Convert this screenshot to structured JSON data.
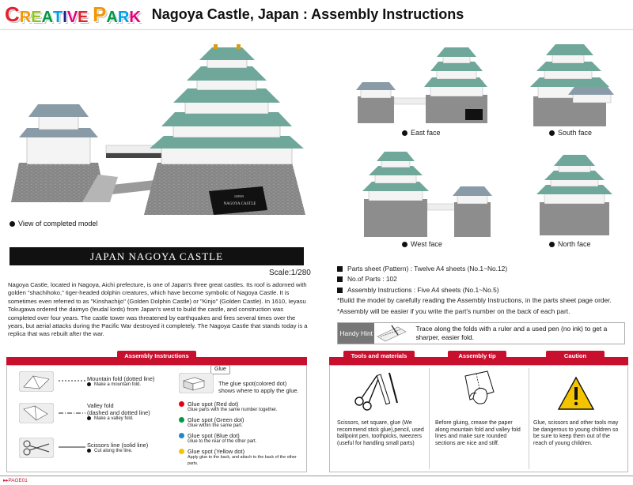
{
  "header": {
    "logo_letters": [
      "C",
      "R",
      "E",
      "A",
      "T",
      "I",
      "V",
      "E",
      " ",
      "P",
      "A",
      "R",
      "K"
    ],
    "logo_colors": [
      "#e4202e",
      "#f39800",
      "#8fc31f",
      "#009944",
      "#00a0e9",
      "#1d2088",
      "#e4007f",
      "#e4202e",
      "#ffffff",
      "#f39800",
      "#009944",
      "#00a0e9",
      "#e4007f"
    ],
    "title": "Nagoya Castle, Japan : Assembly Instructions"
  },
  "main_view": {
    "label": "View of completed model",
    "plaque_top": "JAPAN",
    "plaque_bottom": "NAGOYA CASTLE"
  },
  "banner": "JAPAN NAGOYA CASTLE",
  "scale": "Scale:1/280",
  "description": "Nagoya Castle, located in Nagoya, Aichi prefecture, is one of Japan's three great castles. Its roof is adorned with golden \"shachihoko,\" tiger-headed dolphin creatures, which have become symbolic of Nagoya Castle. It is sometimes even referred to as \"Kinshachijo\" (Golden Dolphin Castle) or \"Kinjo\" (Golden Castle). In 1610, Ieyasu Tokugawa ordered the daimyo (feudal lords) from Japan's west to build the castle, and construction was completed over four years. The castle tower was threatened by earthquakes and fires several times over the years, but aerial attacks during the Pacific War destroyed it completely. The Nagoya Castle that stands today is a replica that was rebuilt after the war.",
  "faces": {
    "east": "East face",
    "south": "South face",
    "west": "West face",
    "north": "North face"
  },
  "info": {
    "parts_sheet": "Parts sheet  (Pattern) : Twelve A4 sheets  (No.1~No.12)",
    "num_parts": "No.of Parts : 102",
    "instructions": "Assembly Instructions : Five A4 sheets  (No.1~No.5)",
    "note1": "*Build the model by carefully reading the Assembly Instructions, in the parts sheet page order.",
    "note2": "*Assembly will be easier if you write the part's number on the back of each part."
  },
  "hint": {
    "tab": "Handy Hint",
    "text": "Trace along the folds with a ruler and a used pen (no ink) to get a sharper, easier fold."
  },
  "assembly": {
    "tab": "Assembly Instructions",
    "mountain_title": "Mountain fold (dotted line)",
    "mountain_sub": "Make a mountain fold.",
    "valley_title1": "Valley fold",
    "valley_title2": "(dashed and dotted line)",
    "valley_sub": "Make a valley fold.",
    "scissors_title": "Scissors line (solid line)",
    "scissors_sub": "Cut along the line.",
    "glue_tag": "Glue",
    "glue_desc": "The glue spot(colored dot) shows where to apply the glue.",
    "red_title": "Glue spot (Red dot)",
    "red_sub": "Glue parts with the same number together.",
    "green_title": "Glue spot (Green dot)",
    "green_sub": "Glue within the same part.",
    "blue_title": "Glue spot (Blue dot)",
    "blue_sub": "Glue to the rear of the other part.",
    "yellow_title": "Glue spot (Yellow dot)",
    "yellow_sub": "Apply glue to the back, and attach to the back of the other parts."
  },
  "tools": {
    "tab": "Tools and materials",
    "text": "Scissors, set square, glue (We recommend stick glue),pencil, used ballpoint pen, toothpicks, tweezers (useful for handling small parts)"
  },
  "tip": {
    "tab": "Assembly tip",
    "text": "Before gluing, crease the paper along mountain fold and valley fold lines and make sure rounded sections are nice and stiff."
  },
  "caution": {
    "tab": "Caution",
    "text": "Glue, scissors and other tools may be dangerous to young children so be sure to keep them out of the reach of young children."
  },
  "footer": "PAGE01",
  "colors": {
    "accent_red": "#c8102e",
    "roof_green": "#6fa89a",
    "stone": "#8a8a8a",
    "glue_red": "#e60012",
    "glue_green": "#009944",
    "glue_blue": "#1e88c8",
    "glue_yellow": "#f5c400"
  }
}
